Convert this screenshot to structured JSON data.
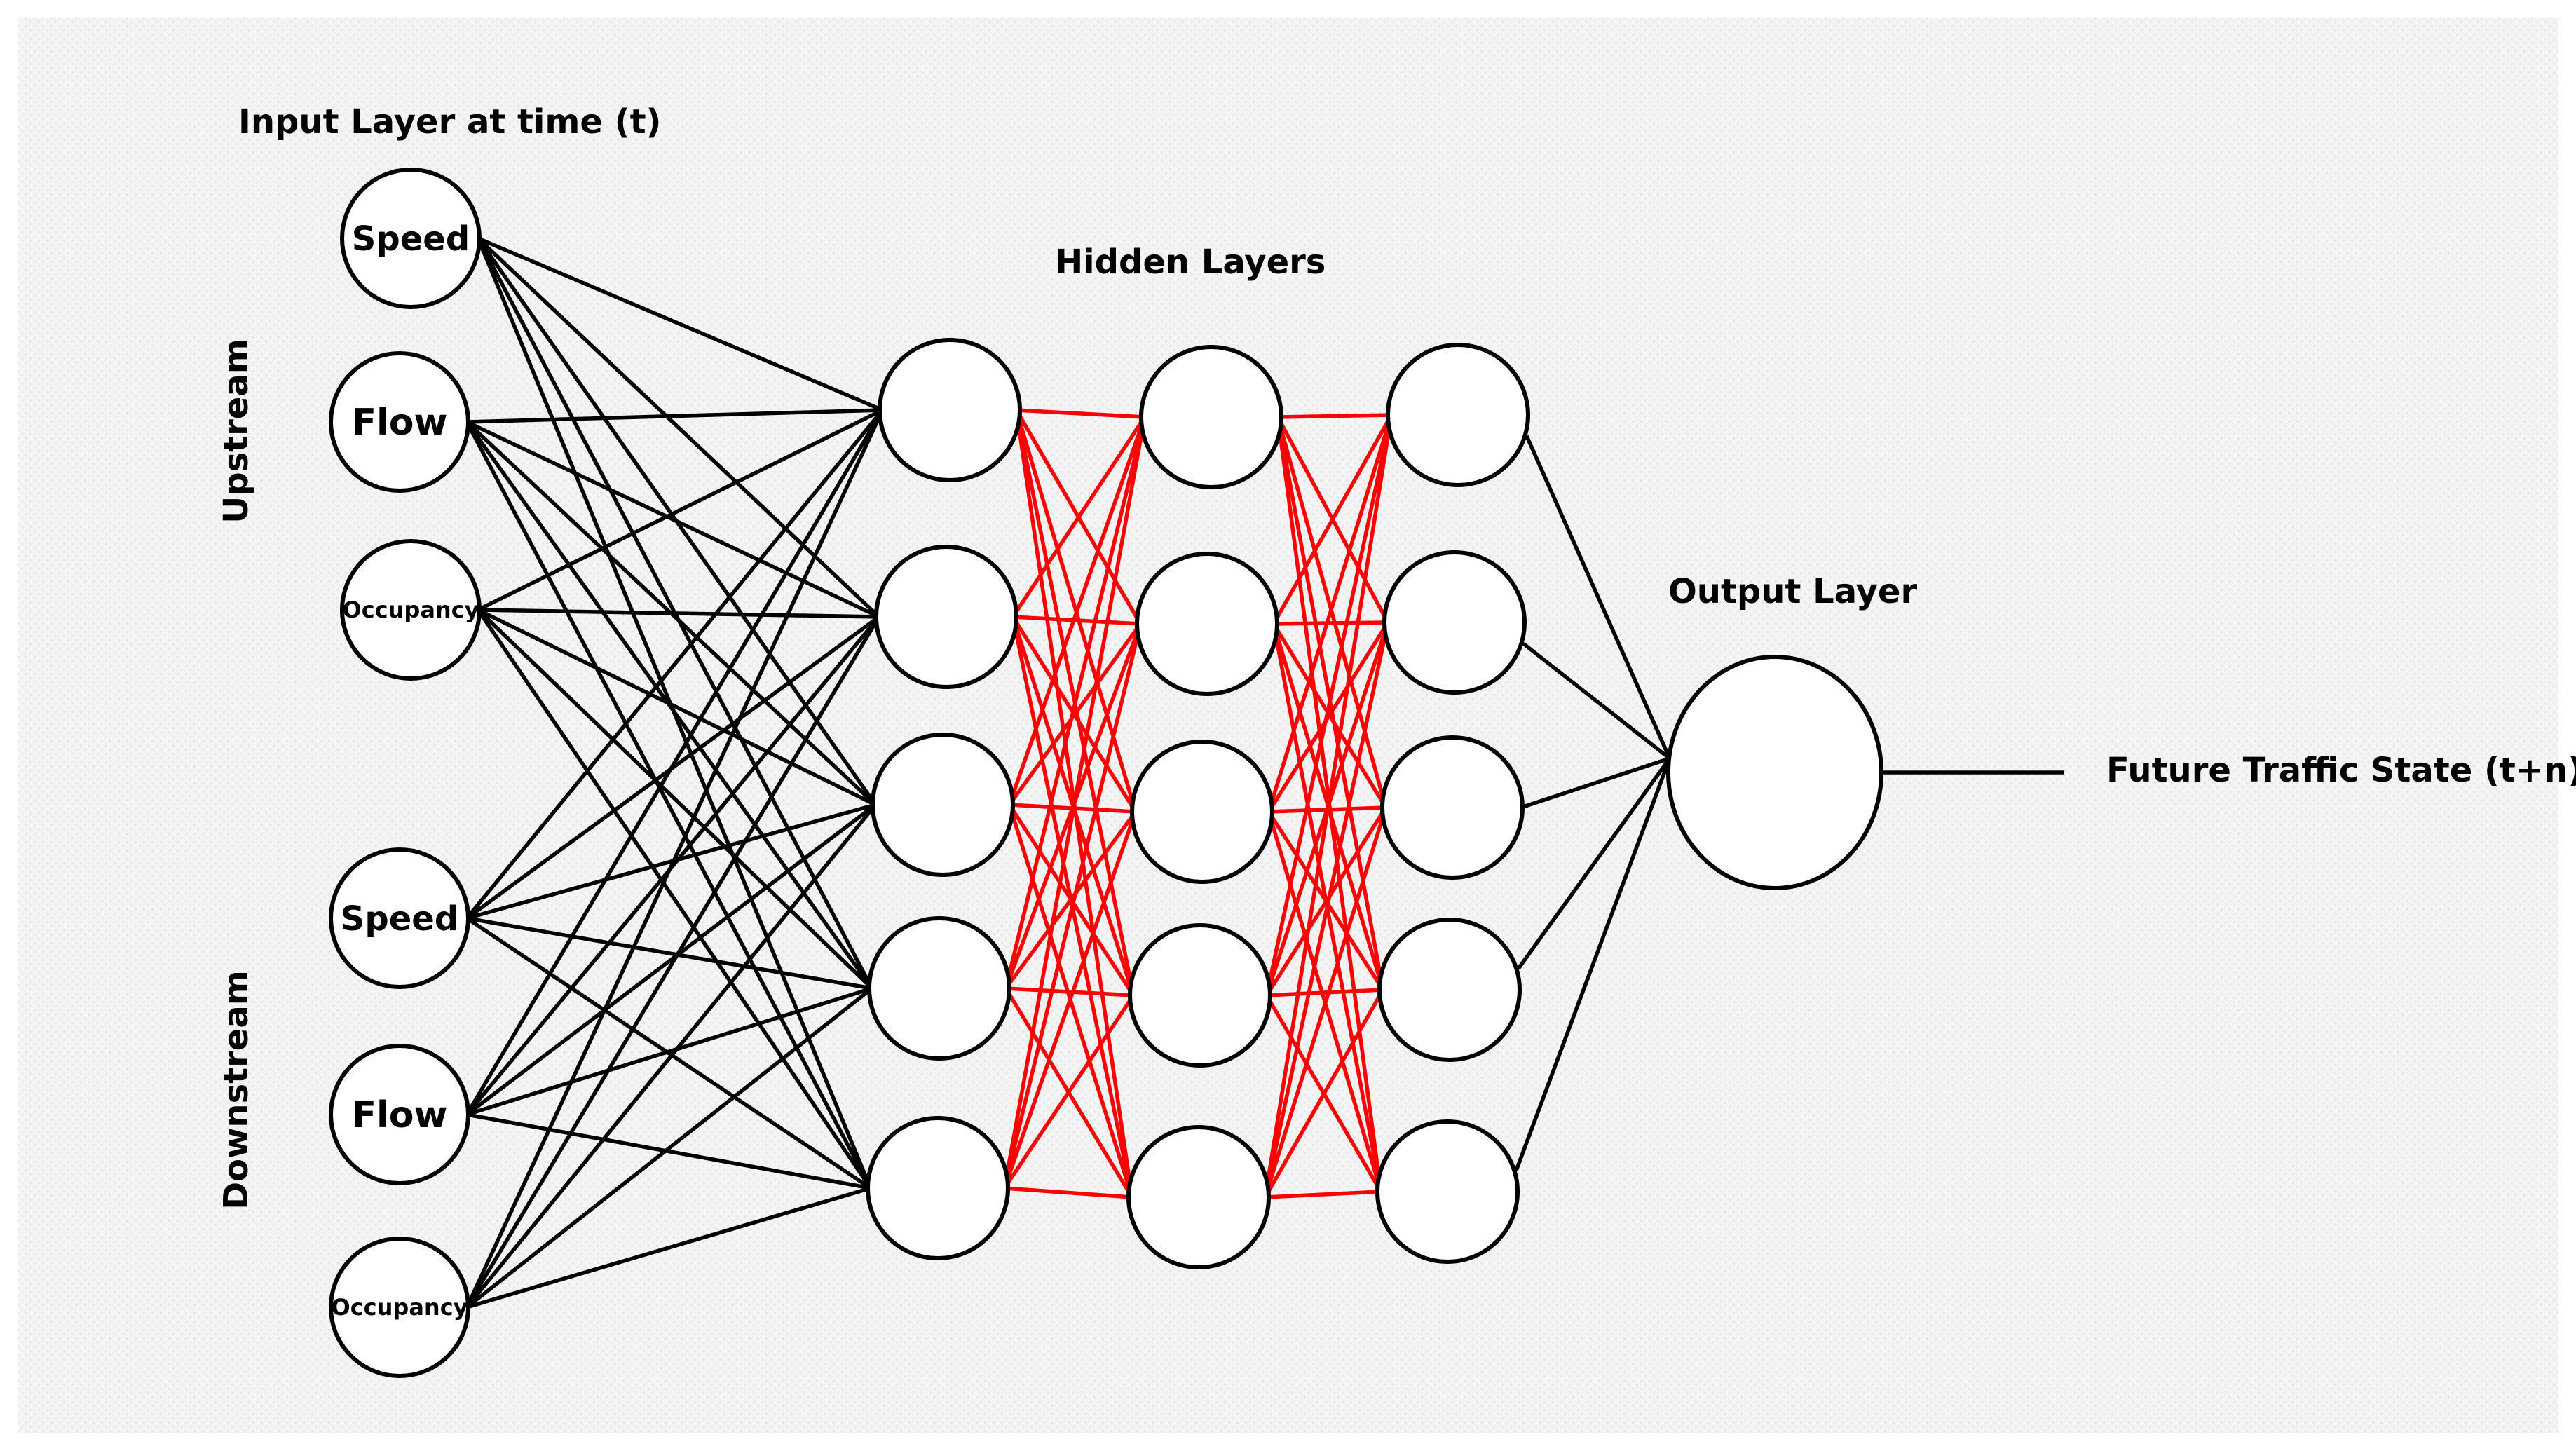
{
  "labels": {
    "input_title": "Input Layer at time (t)",
    "hidden_title": "Hidden Layers",
    "output_title": "Output Layer",
    "output_target": "Future Traffic State (t+n)",
    "upstream": "Upstream",
    "downstream": "Downstream"
  },
  "input_nodes": [
    {
      "label": "Speed",
      "group": "upstream"
    },
    {
      "label": "Flow",
      "group": "upstream"
    },
    {
      "label": "Occupancy",
      "group": "upstream"
    },
    {
      "label": "Speed",
      "group": "downstream"
    },
    {
      "label": "Flow",
      "group": "downstream"
    },
    {
      "label": "Occupancy",
      "group": "downstream"
    }
  ],
  "hidden_layers": [
    {
      "node_count": 5,
      "edge_color": "#000000"
    },
    {
      "node_count": 5,
      "edge_color": "#ff0000"
    },
    {
      "node_count": 5,
      "edge_color": "#ff0000"
    }
  ],
  "output_node_count": 1,
  "colors": {
    "input_edges": "#000000",
    "hidden_edges": "#ff0000",
    "output_edges": "#000000",
    "node_stroke": "#000000",
    "background": "#f4f4f4"
  }
}
